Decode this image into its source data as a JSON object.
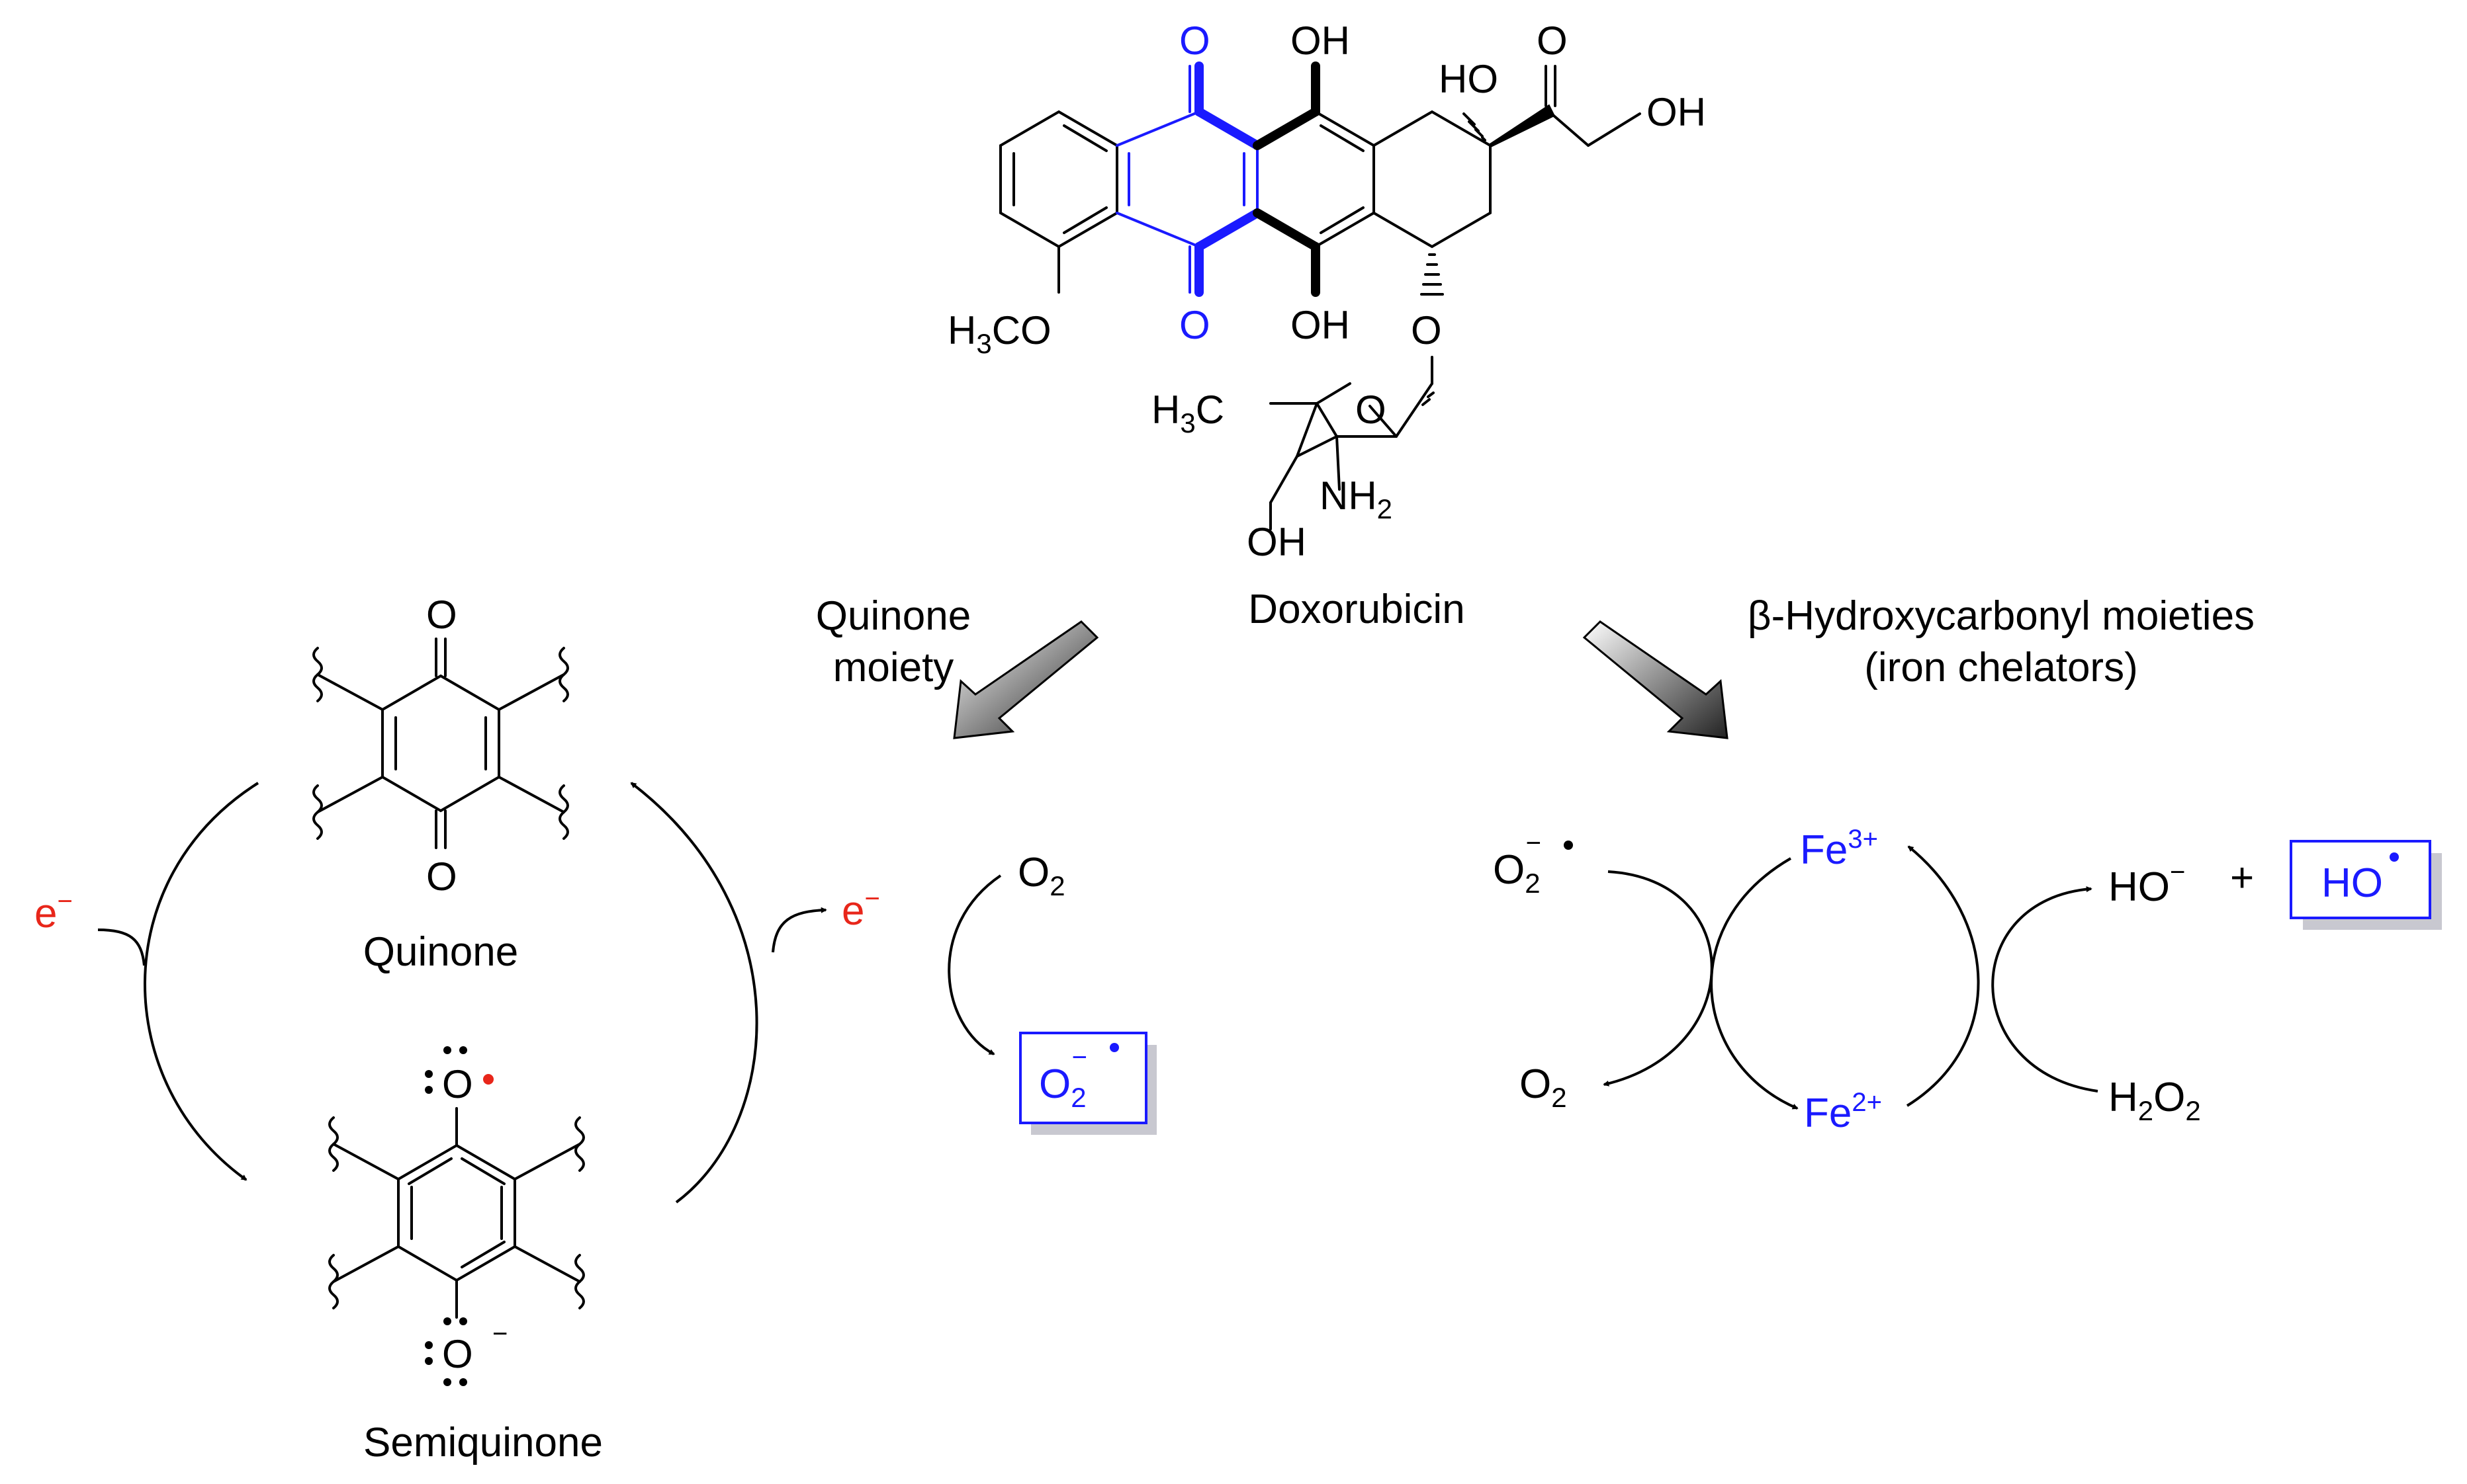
{
  "colors": {
    "black": "#000000",
    "accent_blue": "#1a1aff",
    "electron_red": "#e8261a",
    "shadow_grey": "#c8c8d0"
  },
  "doxorubicin": {
    "name": "Doxorubicin",
    "labels": {
      "quinone_o_top": "O",
      "quinone_o_bottom": "O",
      "oh_top": "OH",
      "oh_bottom": "OH",
      "ho_c9": "HO",
      "ketone_o": "O",
      "oh_side": "OH",
      "methoxy_main": "H",
      "methoxy_sub": "3",
      "methoxy_tail": "CO",
      "glycosidic_o": "O",
      "sugar_ring_o": "O",
      "sugar_methyl_main": "H",
      "sugar_methyl_sub": "3",
      "sugar_methyl_tail": "C",
      "amine_main": "NH",
      "amine_sub": "2",
      "sugar_oh": "OH"
    }
  },
  "pathways": {
    "left_title_line1": "Quinone",
    "left_title_line2": "moiety",
    "right_title_line1": "β-Hydroxycarbonyl moieties",
    "right_title_line2": "(iron chelators)"
  },
  "quinone_cycle": {
    "quinone_label": "Quinone",
    "semiquinone_label": "Semiquinone",
    "quinone_o_top": "O",
    "quinone_o_bottom": "O",
    "semi_o_top": "O",
    "semi_o_bottom": "O",
    "semi_charge": "−",
    "electron_in": "e",
    "electron_in_charge": "−",
    "electron_out": "e",
    "electron_out_charge": "−",
    "oxygen_main": "O",
    "oxygen_sub": "2",
    "superoxide_main": "O",
    "superoxide_sub": "2",
    "superoxide_charge": "−"
  },
  "iron_cycle": {
    "superoxide_main": "O",
    "superoxide_sub": "2",
    "superoxide_charge": "−",
    "oxygen_main": "O",
    "oxygen_sub": "2",
    "fe3_main": "Fe",
    "fe3_charge": "3+",
    "fe2_main": "Fe",
    "fe2_charge": "2+",
    "hydroxide_main": "HO",
    "hydroxide_charge": "−",
    "plus": "+",
    "radical_main": "HO",
    "peroxide_h": "H",
    "peroxide_sub1": "2",
    "peroxide_o": "O",
    "peroxide_sub2": "2"
  }
}
